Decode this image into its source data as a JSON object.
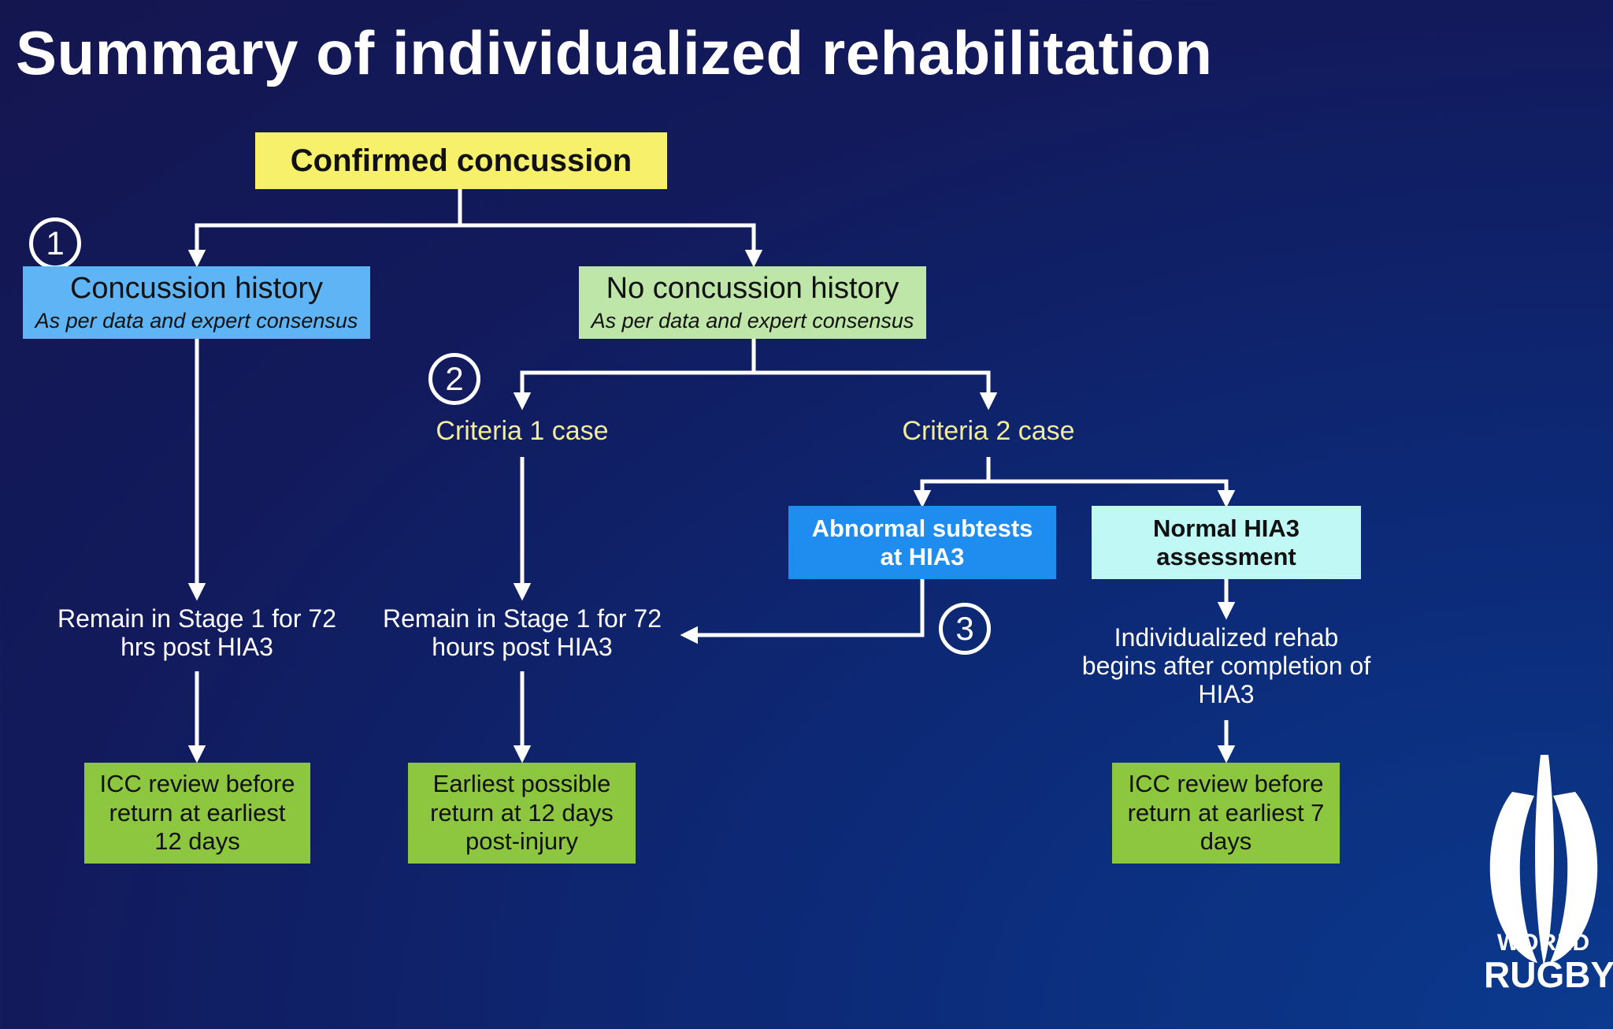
{
  "title": "Summary of individualized rehabilitation",
  "colors": {
    "yellow": "#f7f06a",
    "light_blue": "#5fb4f5",
    "light_green": "#bfe6a9",
    "bright_blue": "#1f8cf0",
    "cyan": "#bff8f4",
    "green": "#8dc63f",
    "criteria_text": "#f2ec9c"
  },
  "nodes": {
    "confirmed": "Confirmed concussion",
    "history": {
      "title": "Concussion history",
      "sub": "As per data and expert consensus"
    },
    "no_history": {
      "title": "No concussion history",
      "sub": "As per data and expert consensus"
    },
    "criteria1": "Criteria 1 case",
    "criteria2": "Criteria 2 case",
    "abnormal": "Abnormal subtests at HIA3",
    "normal": "Normal HIA3 assessment",
    "remain1": "Remain in Stage 1 for 72 hrs post HIA3",
    "remain2": "Remain in Stage 1 for 72 hours post HIA3",
    "individualized": "Individualized rehab begins after completion of HIA3",
    "icc12": "ICC review before return at earliest 12 days",
    "earliest12": "Earliest possible return at 12 days post-injury",
    "icc7": "ICC review before return at earliest 7 days"
  },
  "badges": [
    "1",
    "2",
    "3"
  ],
  "logo": {
    "icon": "world-rugby-logo-icon",
    "line1": "WORLD",
    "line2": "RUGBY"
  }
}
